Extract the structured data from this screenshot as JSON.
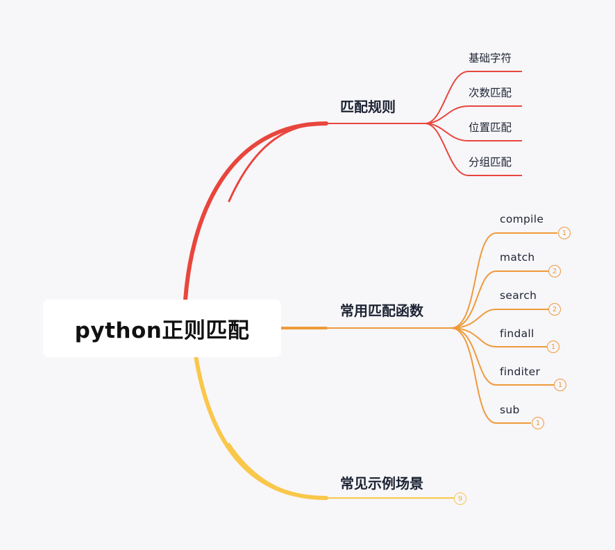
{
  "root": {
    "label": "python正则匹配"
  },
  "colors": {
    "red": "#e8463d",
    "orange": "#ee9a3a",
    "yellow": "#f9c74a",
    "background": "#f7f6f9"
  },
  "branches": [
    {
      "label": "匹配规则",
      "color": "#e8463d",
      "children": [
        {
          "label": "基础字符"
        },
        {
          "label": "次数匹配"
        },
        {
          "label": "位置匹配"
        },
        {
          "label": "分组匹配"
        }
      ]
    },
    {
      "label": "常用匹配函数",
      "color": "#ee9a3a",
      "children": [
        {
          "label": "compile",
          "collapsed_count": "1"
        },
        {
          "label": "match",
          "collapsed_count": "2"
        },
        {
          "label": "search",
          "collapsed_count": "2"
        },
        {
          "label": "findall",
          "collapsed_count": "1"
        },
        {
          "label": "finditer",
          "collapsed_count": "1"
        },
        {
          "label": "sub",
          "collapsed_count": "1"
        }
      ]
    },
    {
      "label": "常见示例场景",
      "color": "#f9c74a",
      "collapsed_count": "9"
    }
  ]
}
